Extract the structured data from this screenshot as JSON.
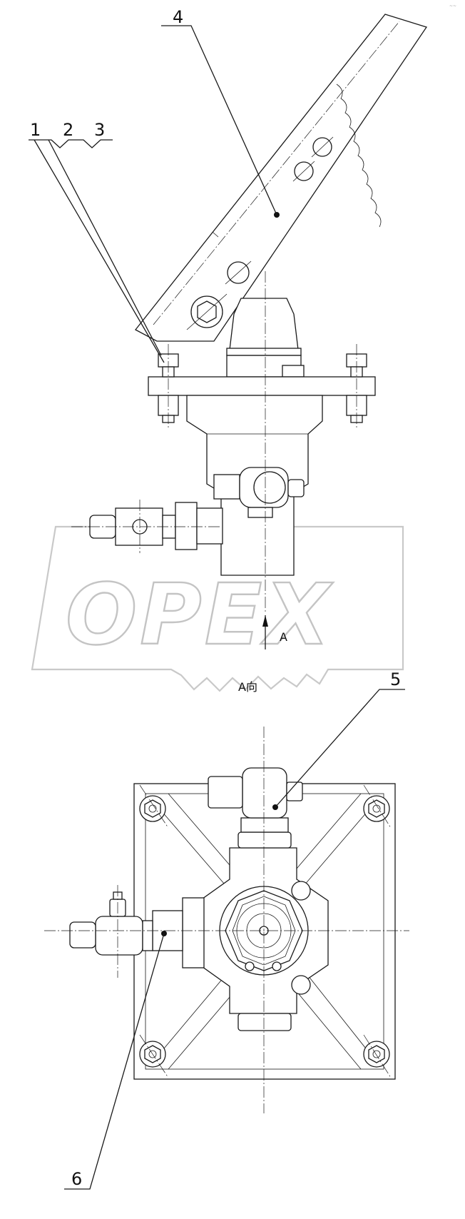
{
  "callouts": {
    "part_1": "1",
    "part_2": "2",
    "part_3": "3",
    "part_4": "4",
    "part_5": "5",
    "part_6": "6"
  },
  "view": {
    "arrow_label": "A",
    "view_title": "A向"
  },
  "watermark": {
    "text": "OPEX"
  },
  "corner_mark": "~~",
  "colors": {
    "line": "#1a1a1a",
    "watermark": "#c4c4c4",
    "background": "#ffffff"
  }
}
